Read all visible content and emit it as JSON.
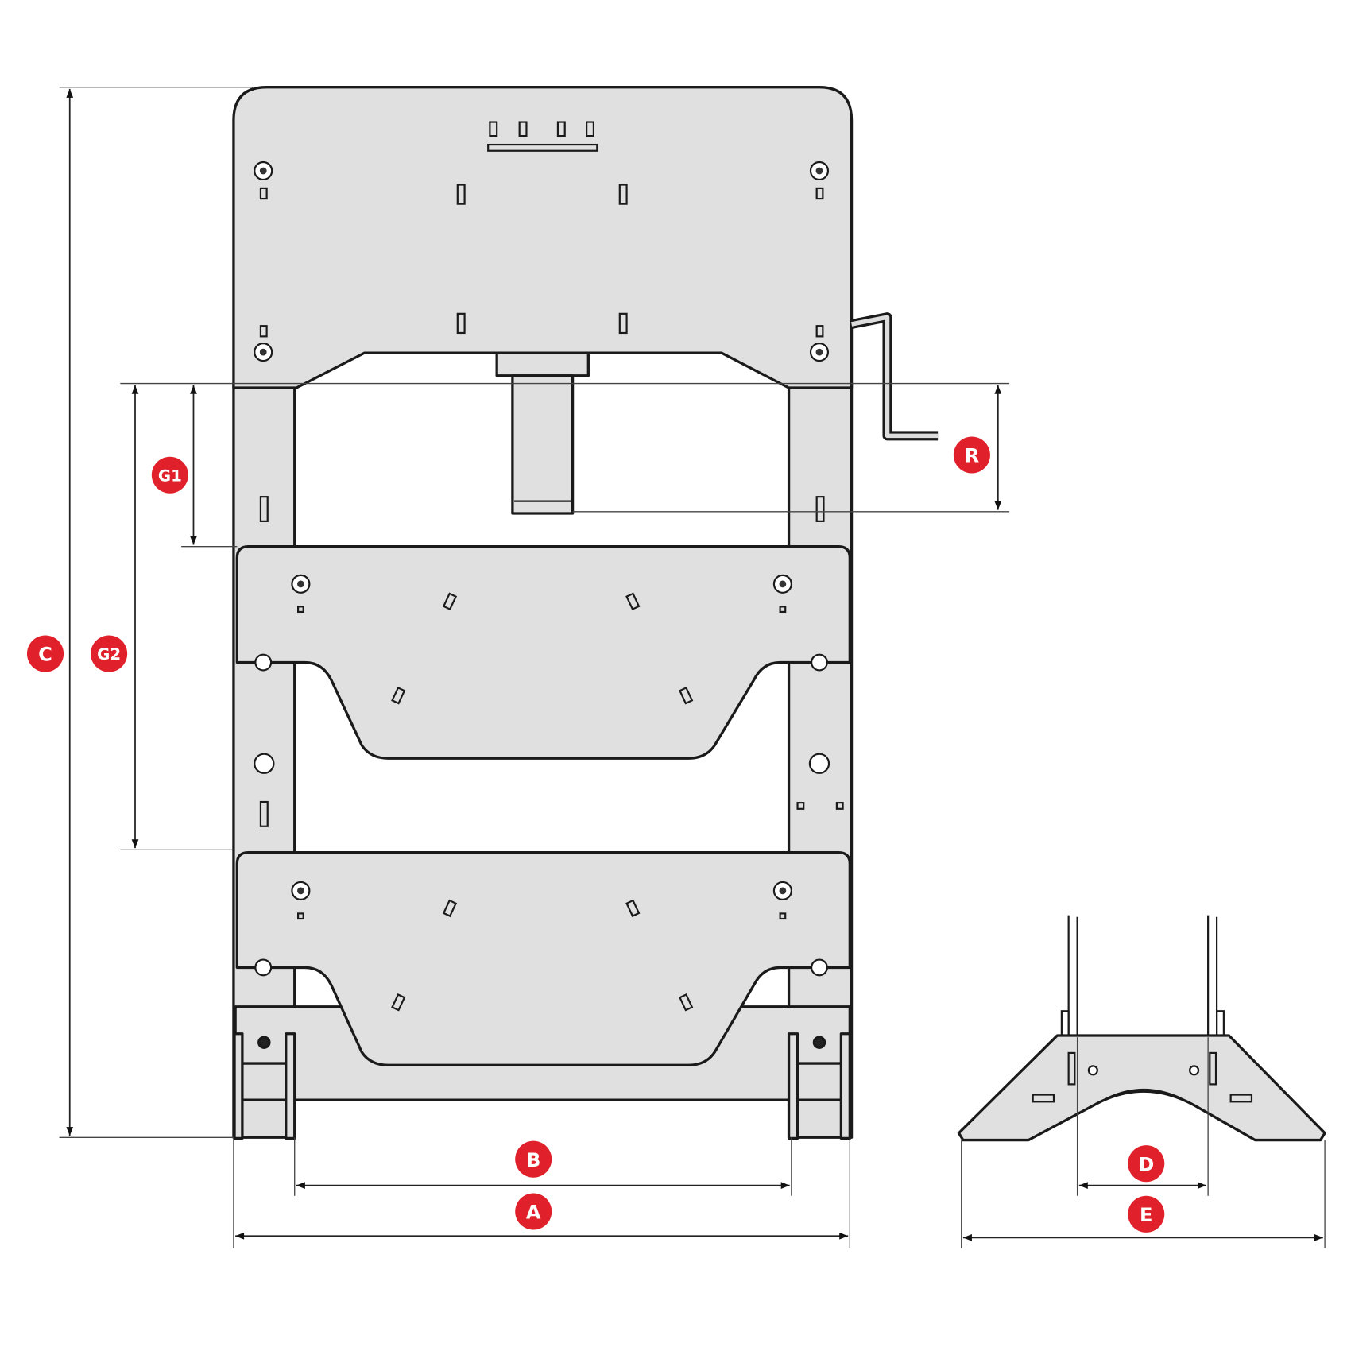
{
  "title": "Hydraulic press dimension drawing",
  "accent_color": "#e0202a",
  "dimensions": {
    "A": "A",
    "B": "B",
    "C": "C",
    "D": "D",
    "E": "E",
    "G1": "G1",
    "G2": "G2",
    "R": "R"
  },
  "views": [
    "front-view",
    "side-view"
  ]
}
